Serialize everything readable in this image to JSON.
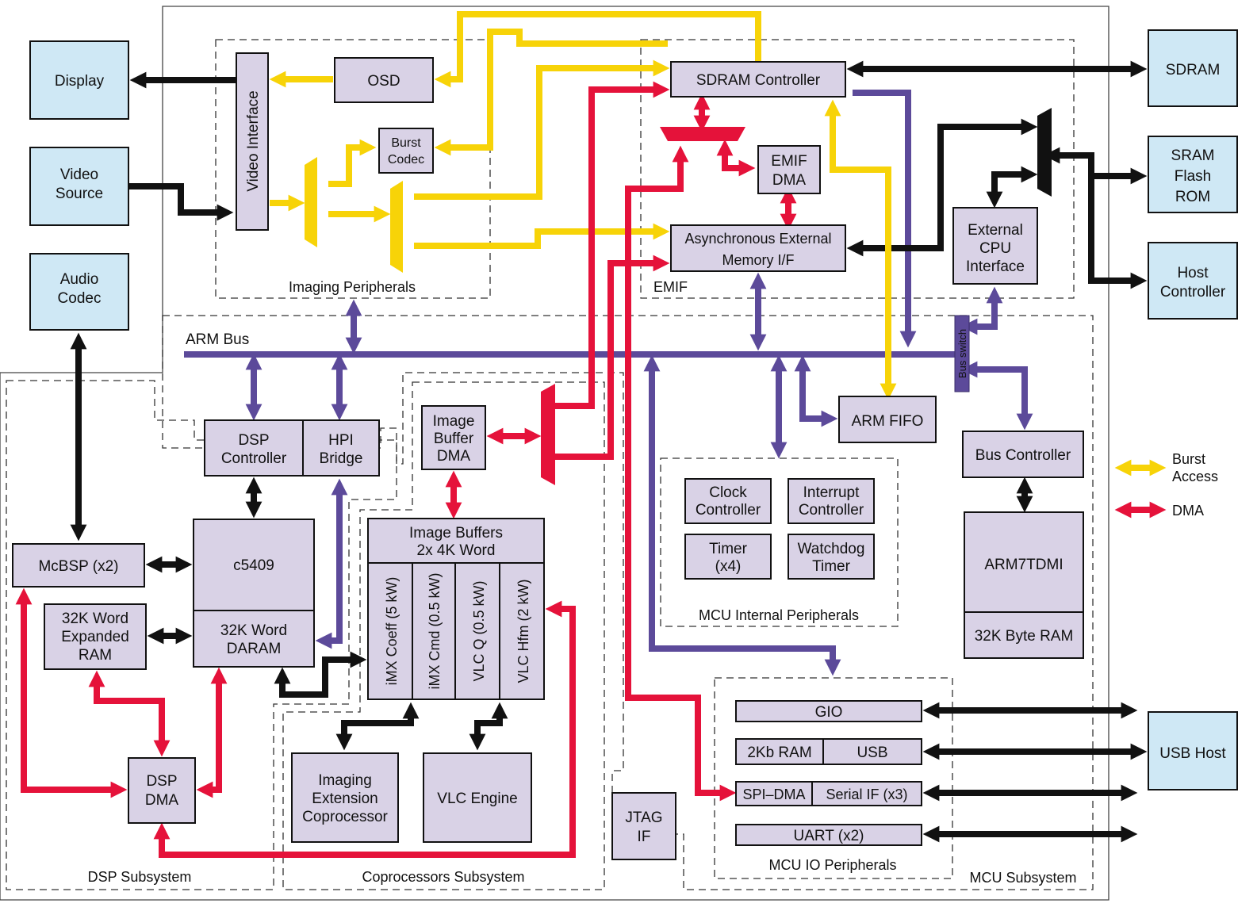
{
  "external": {
    "display": "Display",
    "video_source": [
      "Video",
      "Source"
    ],
    "audio_codec": [
      "Audio",
      "Codec"
    ],
    "sdram": "SDRAM",
    "sram_flash_rom": [
      "SRAM",
      "Flash",
      "ROM"
    ],
    "host_controller": [
      "Host",
      "Controller"
    ],
    "usb_host": "USB Host"
  },
  "imaging": {
    "video_interface": "Video Interface",
    "osd": "OSD",
    "burst_codec": [
      "Burst",
      "Codec"
    ],
    "group_label": "Imaging Peripherals"
  },
  "emif": {
    "sdram_controller": "SDRAM Controller",
    "emif_dma": [
      "EMIF",
      "DMA"
    ],
    "async_mem": [
      "Asynchronous External",
      "Memory I/F"
    ],
    "group_label": "EMIF"
  },
  "external_cpu_interface": [
    "External",
    "CPU",
    "Interface"
  ],
  "arm_bus": "ARM Bus",
  "bus_switch": "Bus switch",
  "arm_fifo": "ARM FIFO",
  "bus_controller": "Bus Controller",
  "arm7tdmi": "ARM7TDMI",
  "arm_ram": "32K Byte RAM",
  "dsp": {
    "controller": [
      "DSP",
      "Controller"
    ],
    "hpi_bridge": [
      "HPI",
      "Bridge"
    ],
    "c5409": "c5409",
    "daram": [
      "32K Word",
      "DARAM"
    ],
    "mcbsp": "McBSP (x2)",
    "expanded_ram": [
      "32K Word",
      "Expanded",
      "RAM"
    ],
    "dsp_dma": [
      "DSP",
      "DMA"
    ],
    "group_label": "DSP Subsystem"
  },
  "coproc": {
    "image_buffer_dma": [
      "Image",
      "Buffer",
      "DMA"
    ],
    "image_buffers": [
      "Image Buffers",
      "2x 4K Word"
    ],
    "buffer_columns": [
      "iMX Coeff (5 kW)",
      "iMX Cmd (0.5 kW)",
      "VLC Q (0.5 kW)",
      "VLC Hfm (2 kW)"
    ],
    "imaging_extension": [
      "Imaging",
      "Extension",
      "Coprocessor"
    ],
    "vlc_engine": "VLC Engine",
    "group_label": "Coprocessors Subsystem"
  },
  "jtag": [
    "JTAG",
    "IF"
  ],
  "mcu_internal": {
    "clock_controller": [
      "Clock",
      "Controller"
    ],
    "interrupt_controller": [
      "Interrupt",
      "Controller"
    ],
    "timer": [
      "Timer",
      "(x4)"
    ],
    "watchdog": [
      "Watchdog",
      "Timer"
    ],
    "group_label": "MCU Internal Peripherals"
  },
  "mcu_io": {
    "gio": "GIO",
    "ram_2kb": "2Kb RAM",
    "usb": "USB",
    "spi_dma": "SPI–DMA",
    "serial_if": "Serial IF (x3)",
    "uart": "UART (x2)",
    "group_label": "MCU IO Peripherals"
  },
  "mcu_subsystem_label": "MCU Subsystem",
  "legend": {
    "burst_access": [
      "Burst",
      "Access"
    ],
    "dma": "DMA"
  },
  "colors": {
    "arm_bus": "#5c4a9a",
    "burst_access": "#f7d308",
    "dma": "#e5123a",
    "control": "#111111",
    "block_fill": "#d9d2e6",
    "external_fill": "#cfe8f5"
  }
}
